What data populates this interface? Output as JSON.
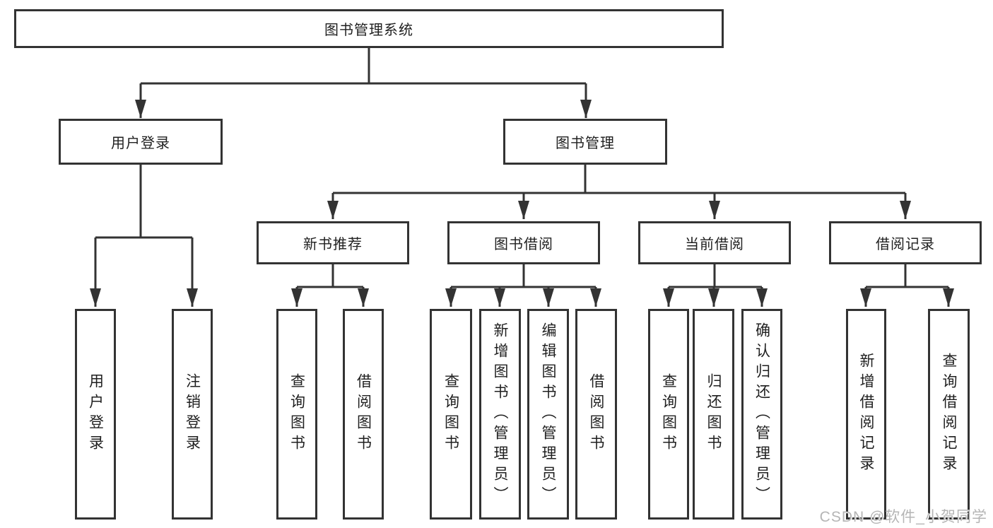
{
  "diagram": {
    "type": "functional-structure-tree",
    "colors": {
      "line": "#333333",
      "box_border": "#333333",
      "box_fill": "#ffffff",
      "text": "#1f1f1f",
      "watermark": "#b5b5b5",
      "background": "#ffffff"
    },
    "tree": {
      "label": "图书管理系统",
      "children": [
        {
          "label": "用户登录",
          "children": [
            {
              "label": "用户登录"
            },
            {
              "label": "注销登录"
            }
          ]
        },
        {
          "label": "图书管理",
          "children": [
            {
              "label": "新书推荐",
              "children": [
                {
                  "label": "查询图书"
                },
                {
                  "label": "借阅图书"
                }
              ]
            },
            {
              "label": "图书借阅",
              "children": [
                {
                  "label": "查询图书"
                },
                {
                  "label": "新增图书（管理员）"
                },
                {
                  "label": "编辑图书（管理员）"
                },
                {
                  "label": "借阅图书"
                }
              ]
            },
            {
              "label": "当前借阅",
              "children": [
                {
                  "label": "查询图书"
                },
                {
                  "label": "归还图书"
                },
                {
                  "label": "确认归还（管理员）"
                }
              ]
            },
            {
              "label": "借阅记录",
              "children": [
                {
                  "label": "新增借阅记录"
                },
                {
                  "label": "查询借阅记录"
                }
              ]
            }
          ]
        }
      ]
    },
    "watermark": "CSDN @软件_小贺同学"
  }
}
